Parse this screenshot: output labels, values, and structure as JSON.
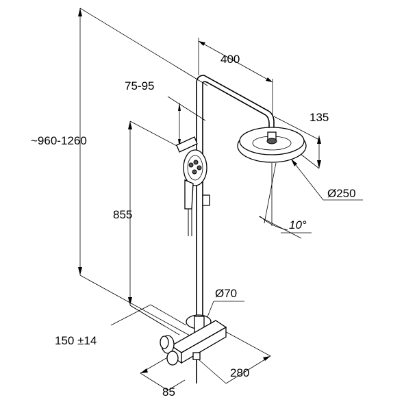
{
  "diagram": {
    "labels": {
      "total_height": "~960-1260",
      "arm_length": "400",
      "hand_shower_range": "75-95",
      "head_height": "135",
      "head_diameter": "Ø250",
      "head_angle": "10°",
      "bar_height": "855",
      "bar_diameter": "Ø70",
      "connection_centres": "150 ±14",
      "wall_depth": "280",
      "thermostat_depth": "85"
    },
    "line_color": "#000000",
    "background_color": "#ffffff"
  }
}
